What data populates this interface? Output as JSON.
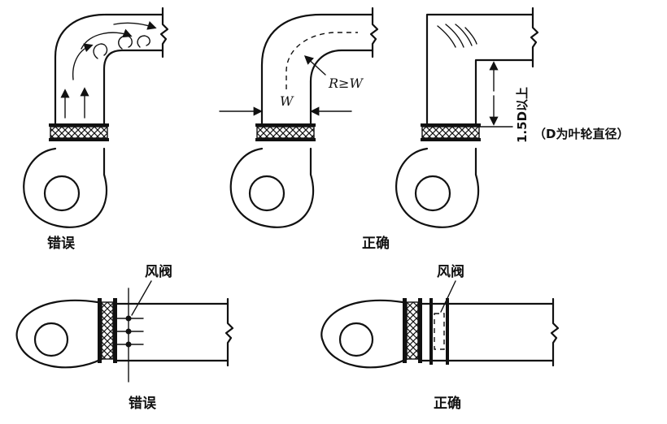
{
  "labels": {
    "top_left_caption": "错误",
    "top_middle_caption": "正确",
    "width_label": "W",
    "radius_label": "R≥W",
    "distance_label": "1.5D以上",
    "impeller_note": "（D为叶轮直径）",
    "bottom_left_valve": "风阀",
    "bottom_left_caption": "错误",
    "bottom_right_valve": "风阀",
    "bottom_right_caption": "正确"
  }
}
